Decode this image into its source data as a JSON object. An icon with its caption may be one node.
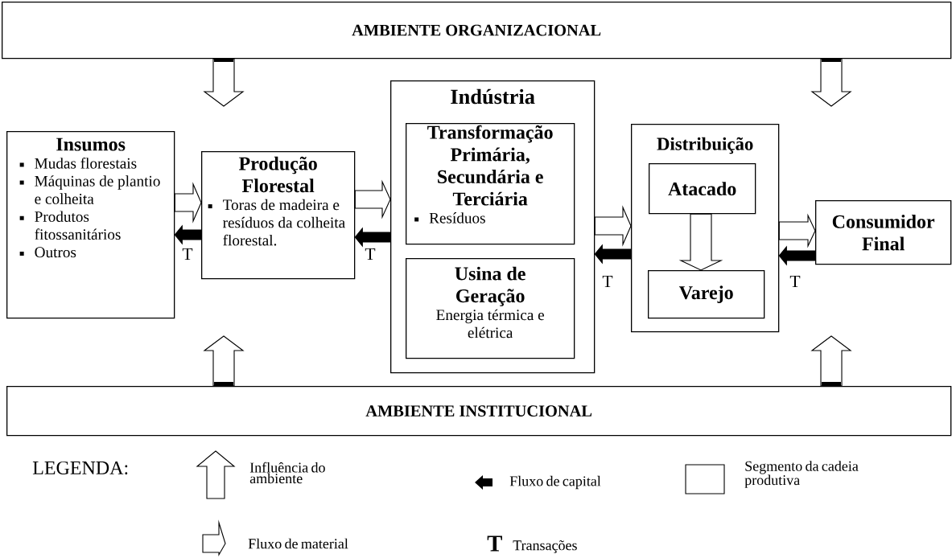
{
  "diagram": {
    "nodes": [
      {
        "text": [
          "AMBIENTE ORGANIZACIONAL"
        ]
      },
      {
        "text": [
          "Insumos",
          "Mudas florestais",
          "Máquinas de plantio e colheita",
          "Produtos fitossanitários",
          "Outros"
        ]
      },
      {
        "text": [
          "Produção Florestal",
          "Toras de madeira e resíduos da colheita florestal."
        ]
      },
      {
        "text": [
          "Indústria"
        ]
      },
      {
        "text": [
          "Transformação Primária, Secundária e Terciária",
          "Resíduos"
        ],
        "in": 3
      },
      {
        "text": [
          "Usina de Geração",
          "Energia térmica e elétrica"
        ],
        "in": 3
      },
      {
        "text": [
          "Distribuição"
        ]
      },
      {
        "text": [
          "Atacado"
        ],
        "in": 6
      },
      {
        "text": [
          "Varejo"
        ],
        "in": 6
      },
      {
        "text": [
          "Consumidor Final"
        ]
      },
      {
        "text": [
          "AMBIENTE INSTITUCIONAL"
        ]
      }
    ],
    "edges": [
      {
        "from": 0,
        "to": null,
        "arrow": "to"
      },
      {
        "from": 0,
        "to": null,
        "arrow": "to"
      },
      {
        "from": 10,
        "to": null,
        "arrow": "to"
      },
      {
        "from": 10,
        "to": null,
        "arrow": "to"
      },
      {
        "from": 1,
        "to": 2,
        "arrow": "to"
      },
      {
        "from": 2,
        "to": 3,
        "arrow": "to"
      },
      {
        "from": 3,
        "to": 6,
        "arrow": "to"
      },
      {
        "from": 7,
        "to": 8,
        "arrow": "to"
      },
      {
        "from": 6,
        "to": 9,
        "arrow": "to"
      },
      {
        "from": 2,
        "to": 1,
        "arrow": "to",
        "style": "thick",
        "label": "T"
      },
      {
        "from": 3,
        "to": 2,
        "arrow": "to",
        "style": "thick",
        "label": "T"
      },
      {
        "from": 6,
        "to": 3,
        "arrow": "to",
        "style": "thick",
        "label": "T"
      },
      {
        "from": 9,
        "to": 6,
        "arrow": "to",
        "style": "thick",
        "label": "T"
      }
    ],
    "labels": [
      "LEGENDA:",
      "T"
    ],
    "legend": [
      {
        "text": "Influência do ambiente"
      },
      {
        "text": "Fluxo de capital"
      },
      {
        "text": "Segmento da cadeia produtiva"
      },
      {
        "text": "Fluxo de material"
      },
      {
        "text": "Transações"
      }
    ]
  }
}
